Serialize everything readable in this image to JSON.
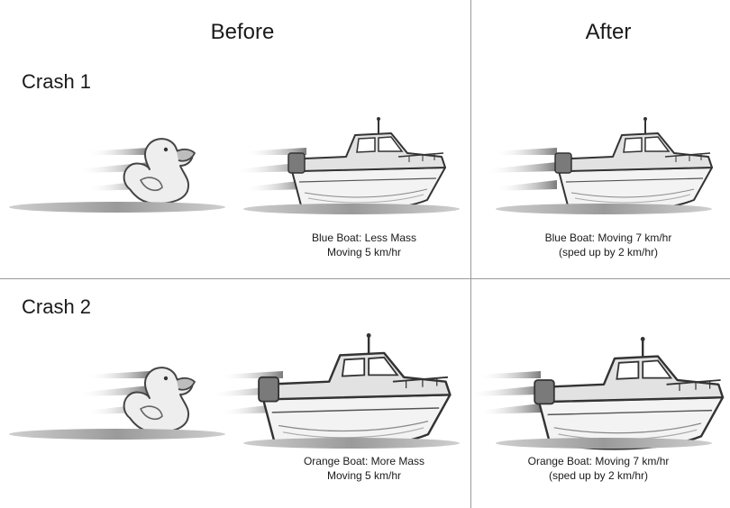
{
  "header": {
    "before": "Before",
    "after": "After"
  },
  "rows": [
    {
      "title": "Crash 1",
      "before_caption": [
        "Blue Boat: Less Mass",
        "Moving 5 km/hr"
      ],
      "after_caption": [
        "Blue Boat: Moving 7 km/hr",
        "(sped up by 2 km/hr)"
      ]
    },
    {
      "title": "Crash 2",
      "before_caption": [
        "Orange Boat: More Mass",
        "Moving 5 km/hr"
      ],
      "after_caption": [
        "Orange Boat: Moving 7 km/hr",
        "(sped up by 2 km/hr)"
      ]
    }
  ],
  "icons": [
    "duck-icon",
    "boat-icon",
    "speed-lines-icon",
    "water-icon"
  ]
}
